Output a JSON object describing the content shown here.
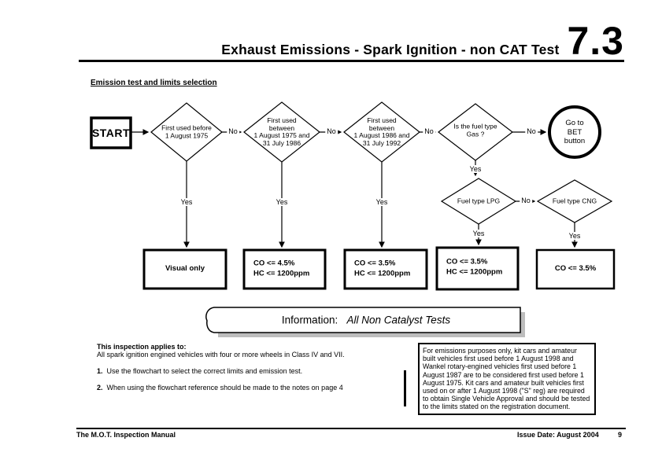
{
  "page": {
    "title": "Exhaust Emissions - Spark Ignition - non CAT Test",
    "section_number": "7.3",
    "subtitle": "Emission test and limits selection"
  },
  "flowchart": {
    "start_label": "START",
    "labels": {
      "yes": "Yes",
      "no": "No"
    },
    "decisions": [
      {
        "lines": [
          "First used before",
          "1 August 1975"
        ]
      },
      {
        "lines": [
          "First used",
          "between",
          "1 August 1975 and",
          "31 July 1986"
        ]
      },
      {
        "lines": [
          "First used",
          "between",
          "1 August 1986 and",
          "31 July 1992"
        ]
      },
      {
        "lines": [
          "Is the fuel type",
          "Gas ?"
        ]
      },
      {
        "lines": [
          "Fuel type LPG"
        ]
      },
      {
        "lines": [
          "Fuel type CNG"
        ]
      }
    ],
    "terminal": {
      "lines": [
        "Go to",
        "BET",
        "button"
      ]
    },
    "results": [
      {
        "lines": [
          "Visual only"
        ]
      },
      {
        "lines": [
          "CO <= 4.5%",
          "HC <= 1200ppm"
        ]
      },
      {
        "lines": [
          "CO <= 3.5%",
          "HC <= 1200ppm"
        ]
      },
      {
        "lines": [
          "CO <= 3.5%",
          "HC <= 1200ppm"
        ]
      },
      {
        "lines": [
          "CO <= 3.5%"
        ]
      }
    ]
  },
  "information_banner": {
    "prefix": "Information:",
    "value": "All Non Catalyst Tests"
  },
  "notes": {
    "applies_heading": "This inspection applies to:",
    "applies_text": "All spark ignition engined vehicles with four or more wheels in Class IV and VII.",
    "items": [
      {
        "number": "1.",
        "text": "Use the flowchart to select the correct limits and emission test."
      },
      {
        "number": "2.",
        "text": "When using the flowchart reference should be made to the notes on page 4"
      }
    ],
    "emissions_note": "For emissions purposes only, kit cars and amateur built vehicles first used before 1 August 1998 and Wankel rotary-engined vehicles first used before 1 August 1987 are to be considered first used before 1 August 1975. Kit cars and amateur built vehicles first used on or after 1 August 1998 (\"S\" reg) are required to obtain Single Vehicle Approval and should be tested to the limits stated on the registration document."
  },
  "footer": {
    "left": "The M.O.T. Inspection Manual",
    "right": "Issue Date: August 2004",
    "page_number": "9"
  },
  "colors": {
    "ink": "#000000",
    "paper": "#ffffff",
    "shadow": "#bdbdbd"
  }
}
